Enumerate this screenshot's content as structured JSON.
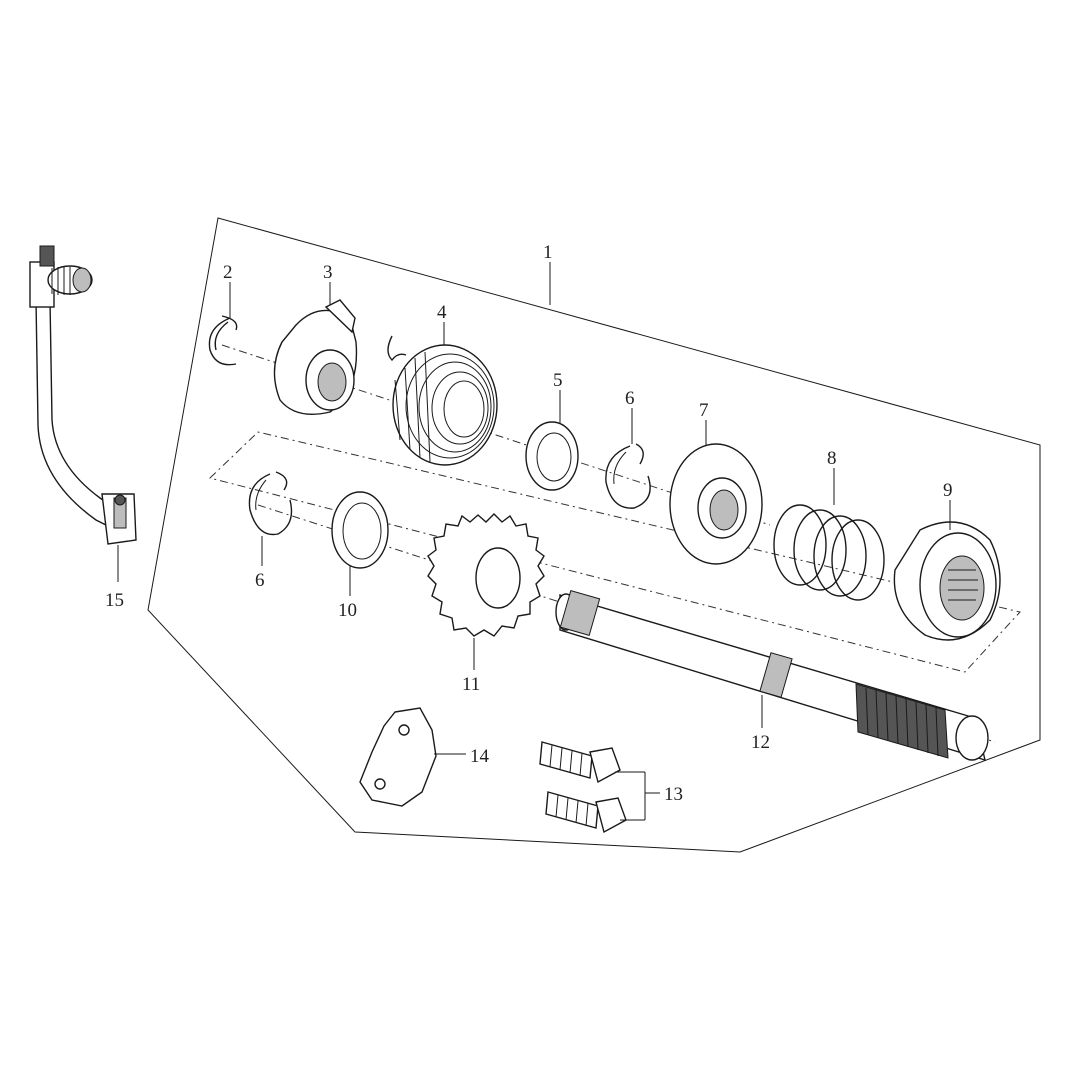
{
  "diagram": {
    "callouts": {
      "c1": "1",
      "c2": "2",
      "c3": "3",
      "c4": "4",
      "c5": "5",
      "c6a": "6",
      "c6b": "6",
      "c7": "7",
      "c8": "8",
      "c9": "9",
      "c10": "10",
      "c11": "11",
      "c12": "12",
      "c13": "13",
      "c14": "14",
      "c15": "15"
    }
  }
}
